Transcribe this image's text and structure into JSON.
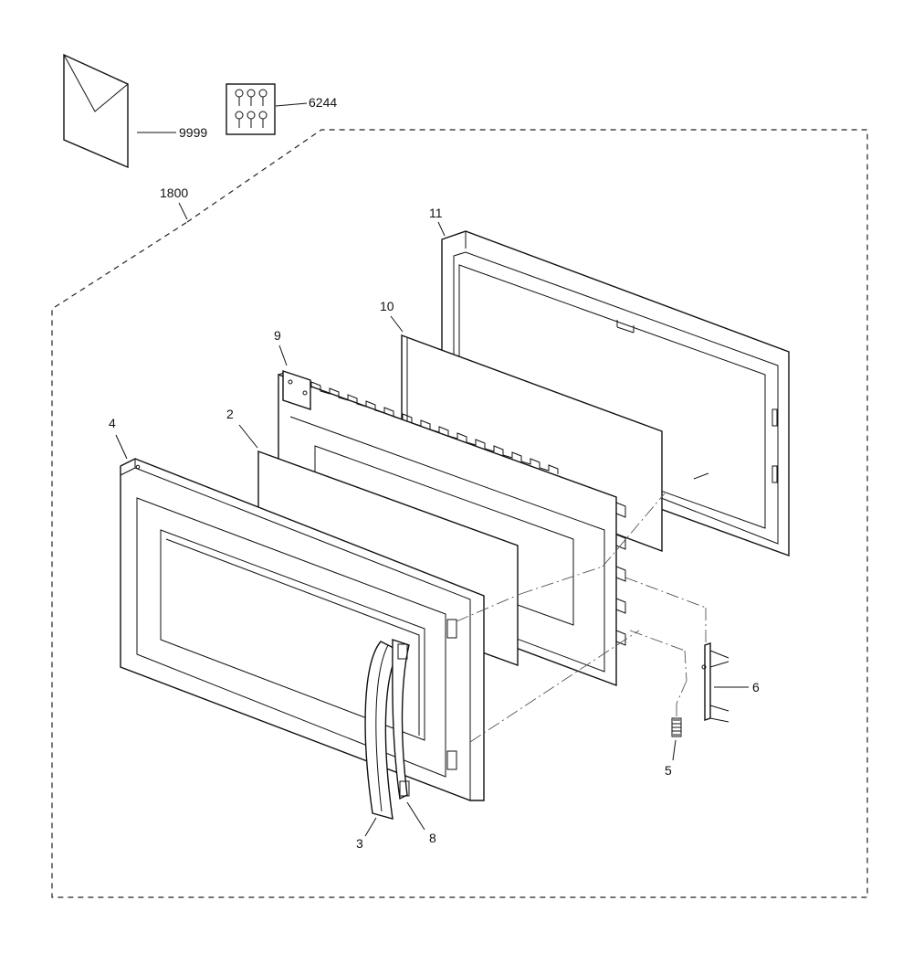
{
  "diagram": {
    "callouts": {
      "manual": "9999",
      "screw_kit": "6244",
      "door_assembly": "1800",
      "frame_outer": "11",
      "glass_panel": "10",
      "choke_frame": "9",
      "inner_panel": "2",
      "door_frame": "4",
      "handle": "3",
      "handle_cover": "8",
      "spring": "5",
      "latch": "6"
    }
  }
}
